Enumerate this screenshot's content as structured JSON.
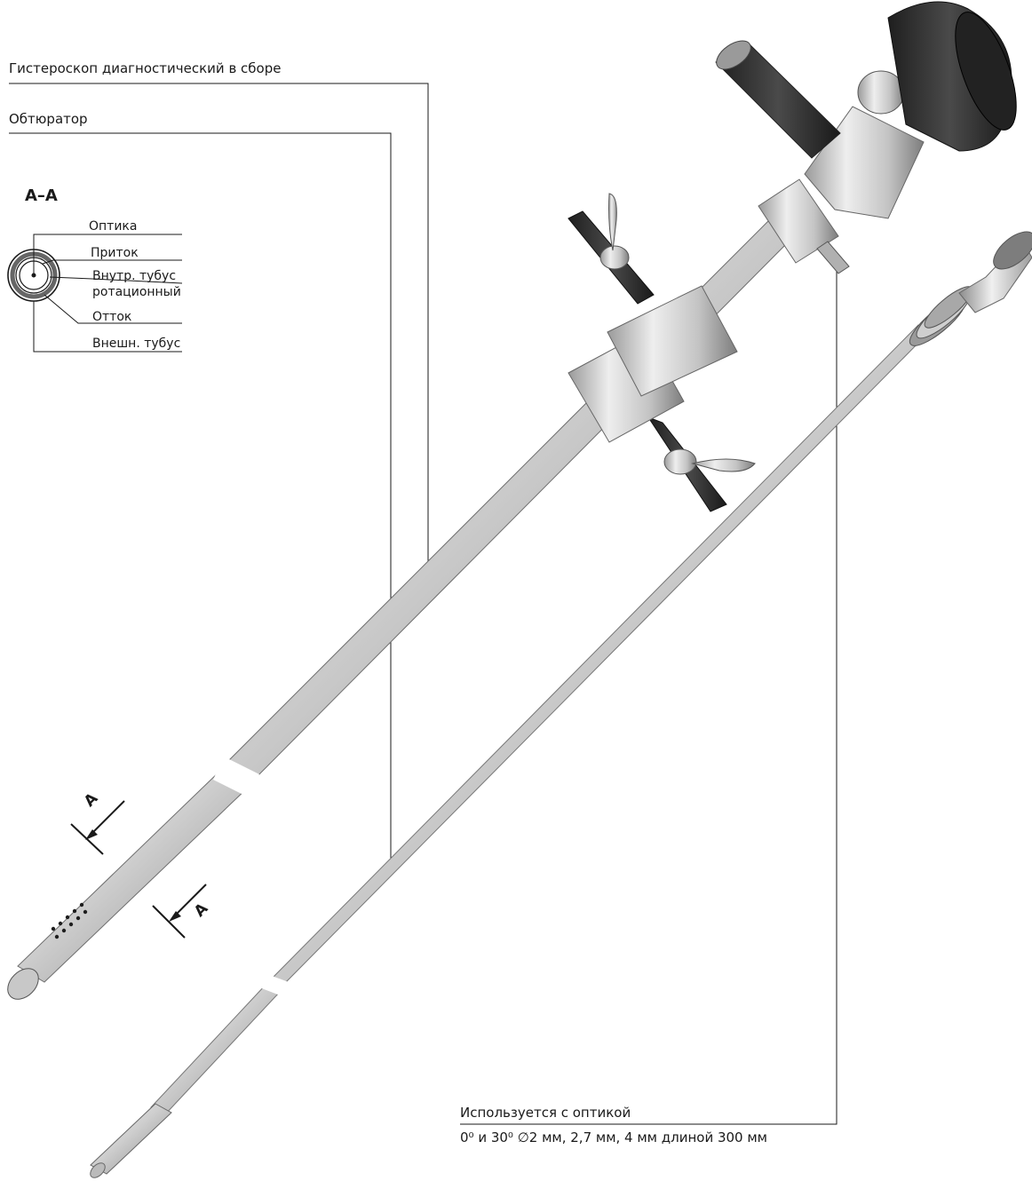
{
  "labels": {
    "assembly": "Гистероскоп диагностический в сборе",
    "obturator": "Обтюратор",
    "usage_line1": "Используется с оптикой",
    "usage_line2": "0⁰ и 30⁰ ∅2 мм, 2,7 мм, 4 мм длиной 300 мм"
  },
  "section": {
    "title": "А–А",
    "optics": "Оптика",
    "inflow": "Приток",
    "inner_tube": "Внутр. тубус",
    "rotating": "ротационный",
    "outflow": "Отток",
    "outer_tube": "Внешн. тубус"
  },
  "markers": {
    "section_letter": "А"
  },
  "colors": {
    "metal_light": "#e6e6e6",
    "metal_mid": "#b5b5b5",
    "metal_dark": "#6e6e6e",
    "eyepiece": "#2d2d2d",
    "line": "#1a1a1a"
  }
}
